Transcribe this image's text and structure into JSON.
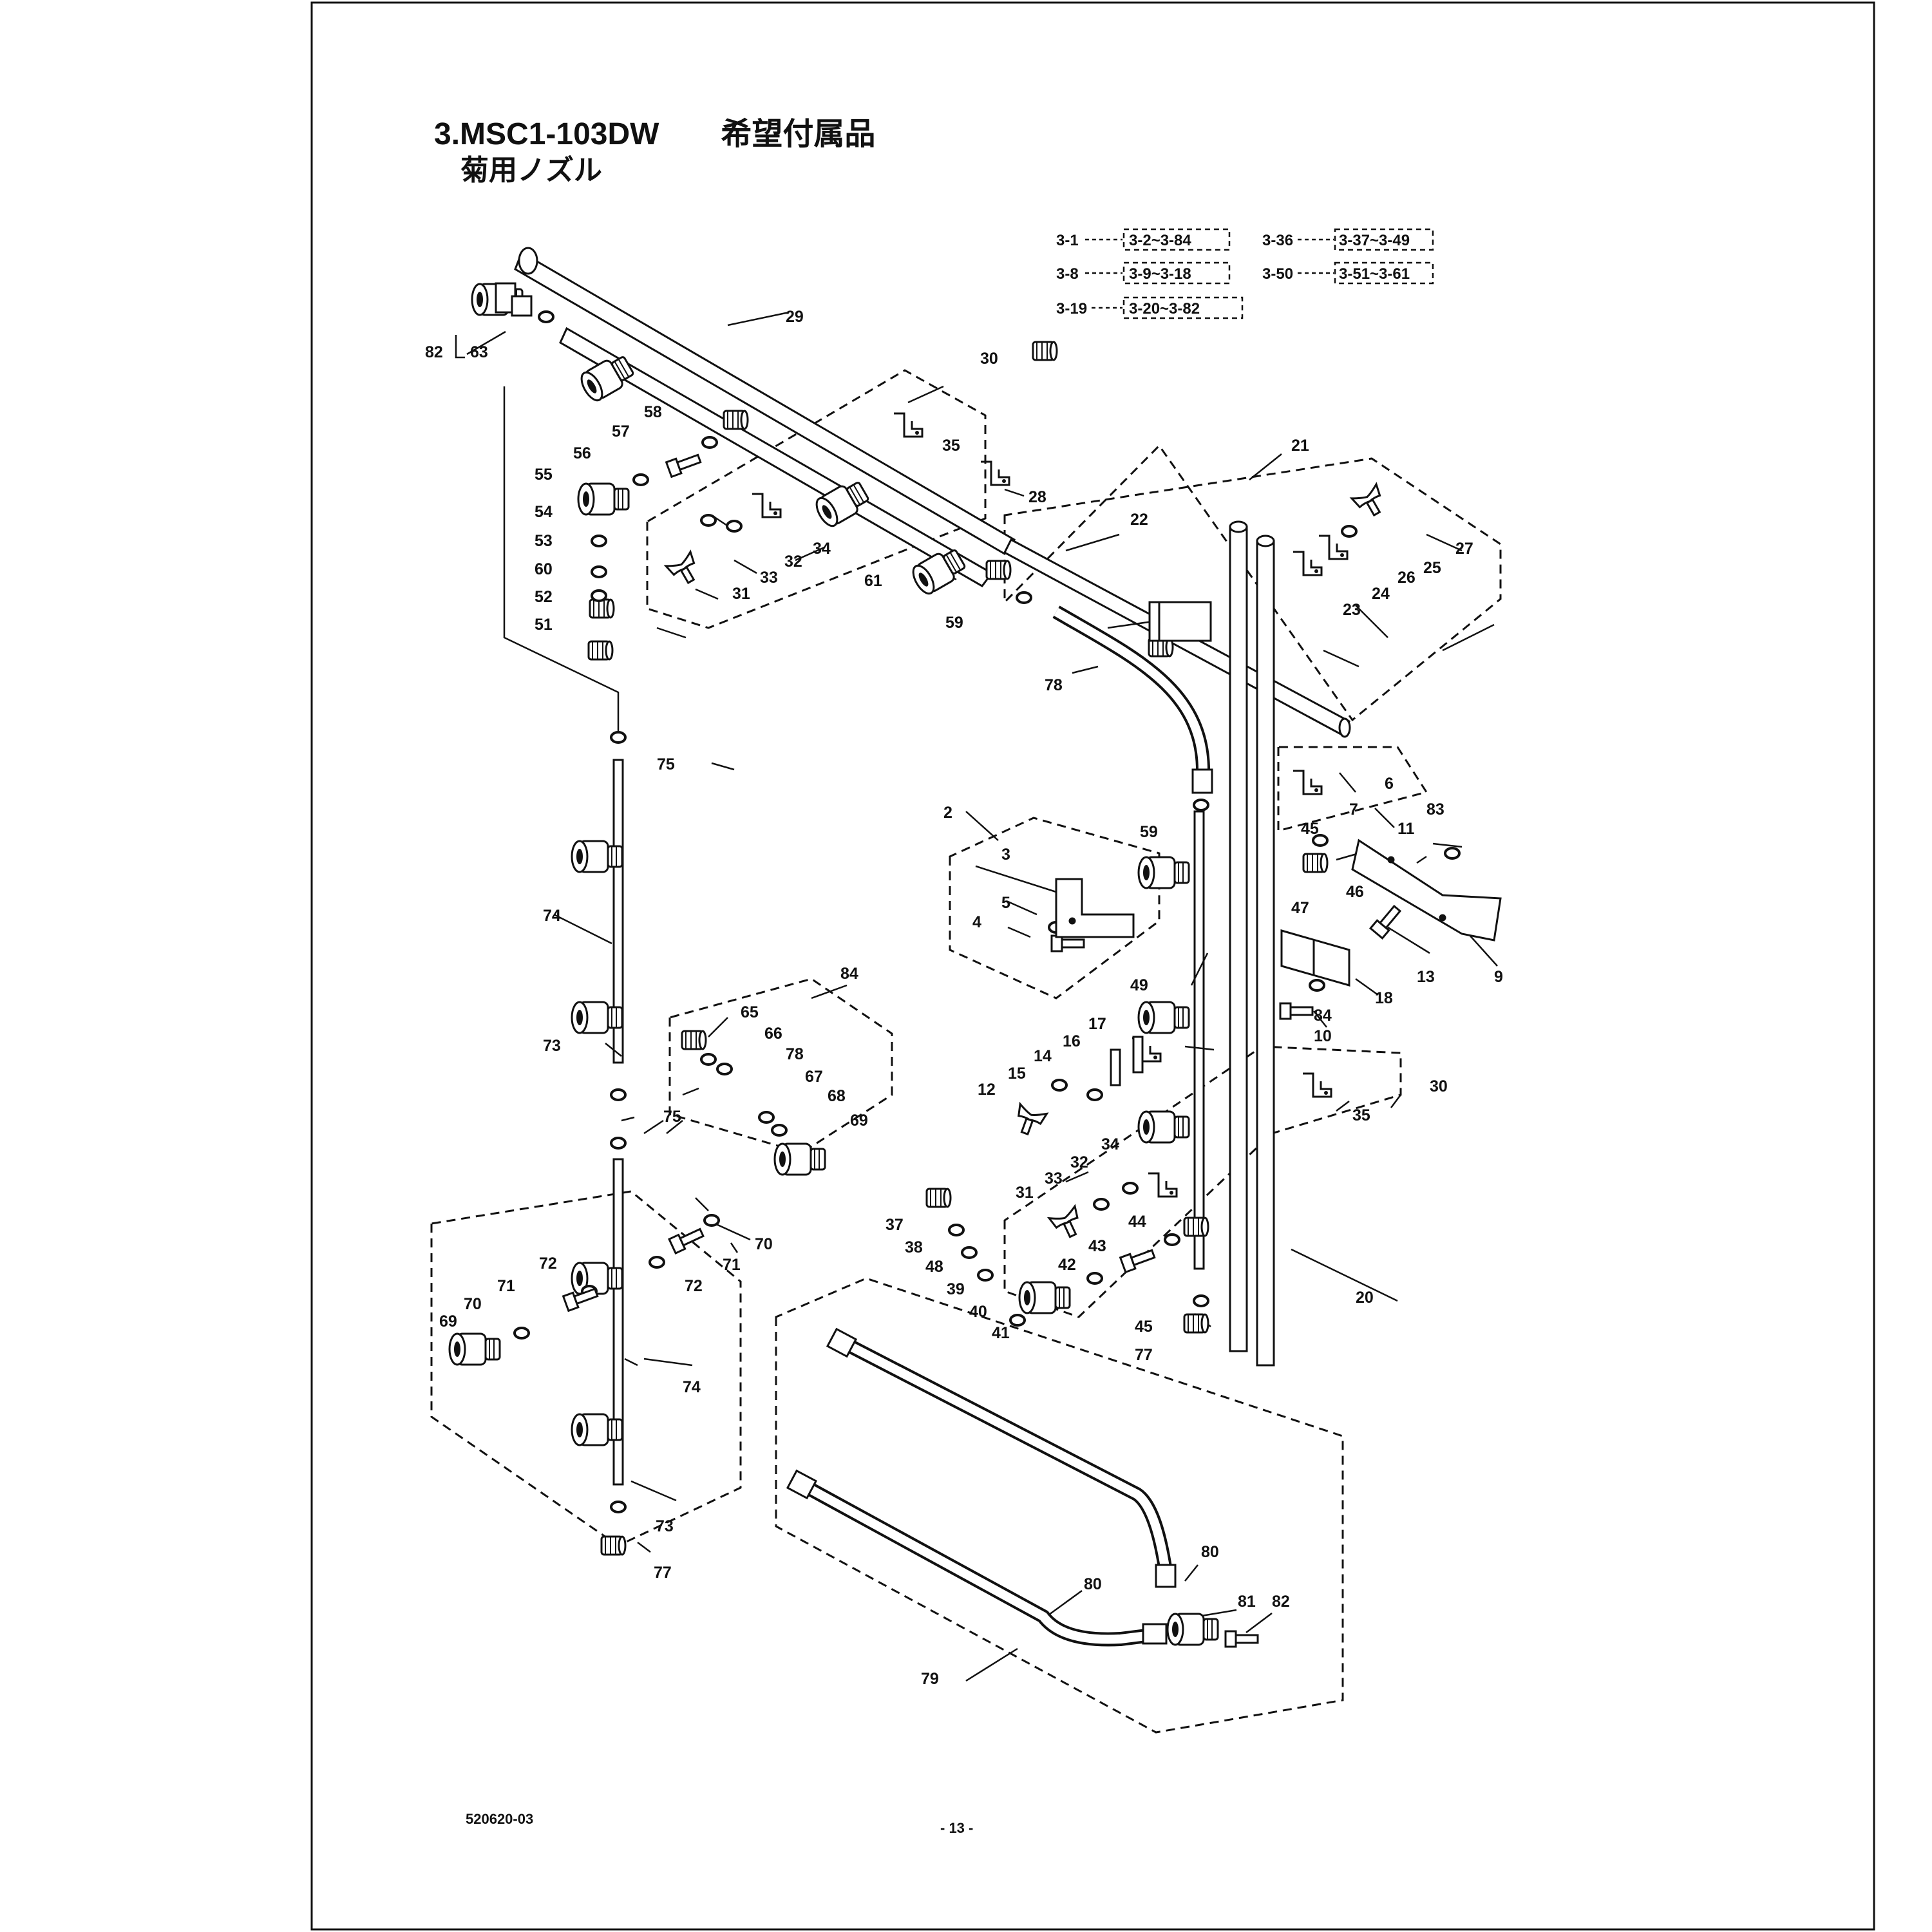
{
  "header": {
    "title_line1": "3.MSC1-103DW　　希望付属品",
    "title_line2": "菊用ノズル"
  },
  "legend": [
    {
      "assembly": "3-1",
      "range": "3-2~3-84"
    },
    {
      "assembly": "3-8",
      "range": "3-9~3-18"
    },
    {
      "assembly": "3-19",
      "range": "3-20~3-82"
    },
    {
      "assembly": "3-36",
      "range": "3-37~3-49"
    },
    {
      "assembly": "3-50",
      "range": "3-51~3-61"
    }
  ],
  "footer": {
    "drawing_number": "520620-03",
    "page": "- 13 -"
  },
  "callouts": {
    "c29a": "29",
    "c30a": "30",
    "c35a": "35",
    "c28": "28",
    "c21": "21",
    "c22": "22",
    "c27": "27",
    "c25": "25",
    "c26": "26",
    "c24": "24",
    "c23": "23",
    "c82a": "82",
    "c63": "63",
    "c58": "58",
    "c57": "57",
    "c56": "56",
    "c55": "55",
    "c54": "54",
    "c53": "53",
    "c60": "60",
    "c52": "52",
    "c51": "51",
    "c34a": "34",
    "c32a": "32",
    "c33a": "33",
    "c31a": "31",
    "c61": "61",
    "c59a": "59",
    "c78a": "78",
    "c75a": "75",
    "c74a": "74",
    "c73a": "73",
    "c2": "2",
    "c3": "3",
    "c5": "5",
    "c4": "4",
    "c59b": "59",
    "c6": "6",
    "c7": "7",
    "c45a": "45",
    "c11": "11",
    "c83": "83",
    "c46": "46",
    "c47": "47",
    "c49": "49",
    "c13": "13",
    "c9": "9",
    "c18": "18",
    "c84a": "84",
    "c10": "10",
    "c84b": "84",
    "c65": "65",
    "c66": "66",
    "c78b": "78",
    "c67": "67",
    "c68": "68",
    "c69a": "69",
    "c17": "17",
    "c16": "16",
    "c14": "14",
    "c15": "15",
    "c12": "12",
    "c30b": "30",
    "c35b": "35",
    "c34b": "34",
    "c32b": "32",
    "c33b": "33",
    "c31b": "31",
    "c75b": "75",
    "c70a": "70",
    "c71a": "71",
    "c72a": "72",
    "c72b": "72",
    "c71b": "71",
    "c70b": "70",
    "c69b": "69",
    "c74b": "74",
    "c73b": "73",
    "c77a": "77",
    "c37": "37",
    "c38": "38",
    "c48": "48",
    "c39": "39",
    "c40": "40",
    "c41": "41",
    "c42": "42",
    "c43": "43",
    "c44": "44",
    "c45b": "45",
    "c77b": "77",
    "c20": "20",
    "c80a": "80",
    "c80b": "80",
    "c81": "81",
    "c82b": "82",
    "c79": "79"
  }
}
